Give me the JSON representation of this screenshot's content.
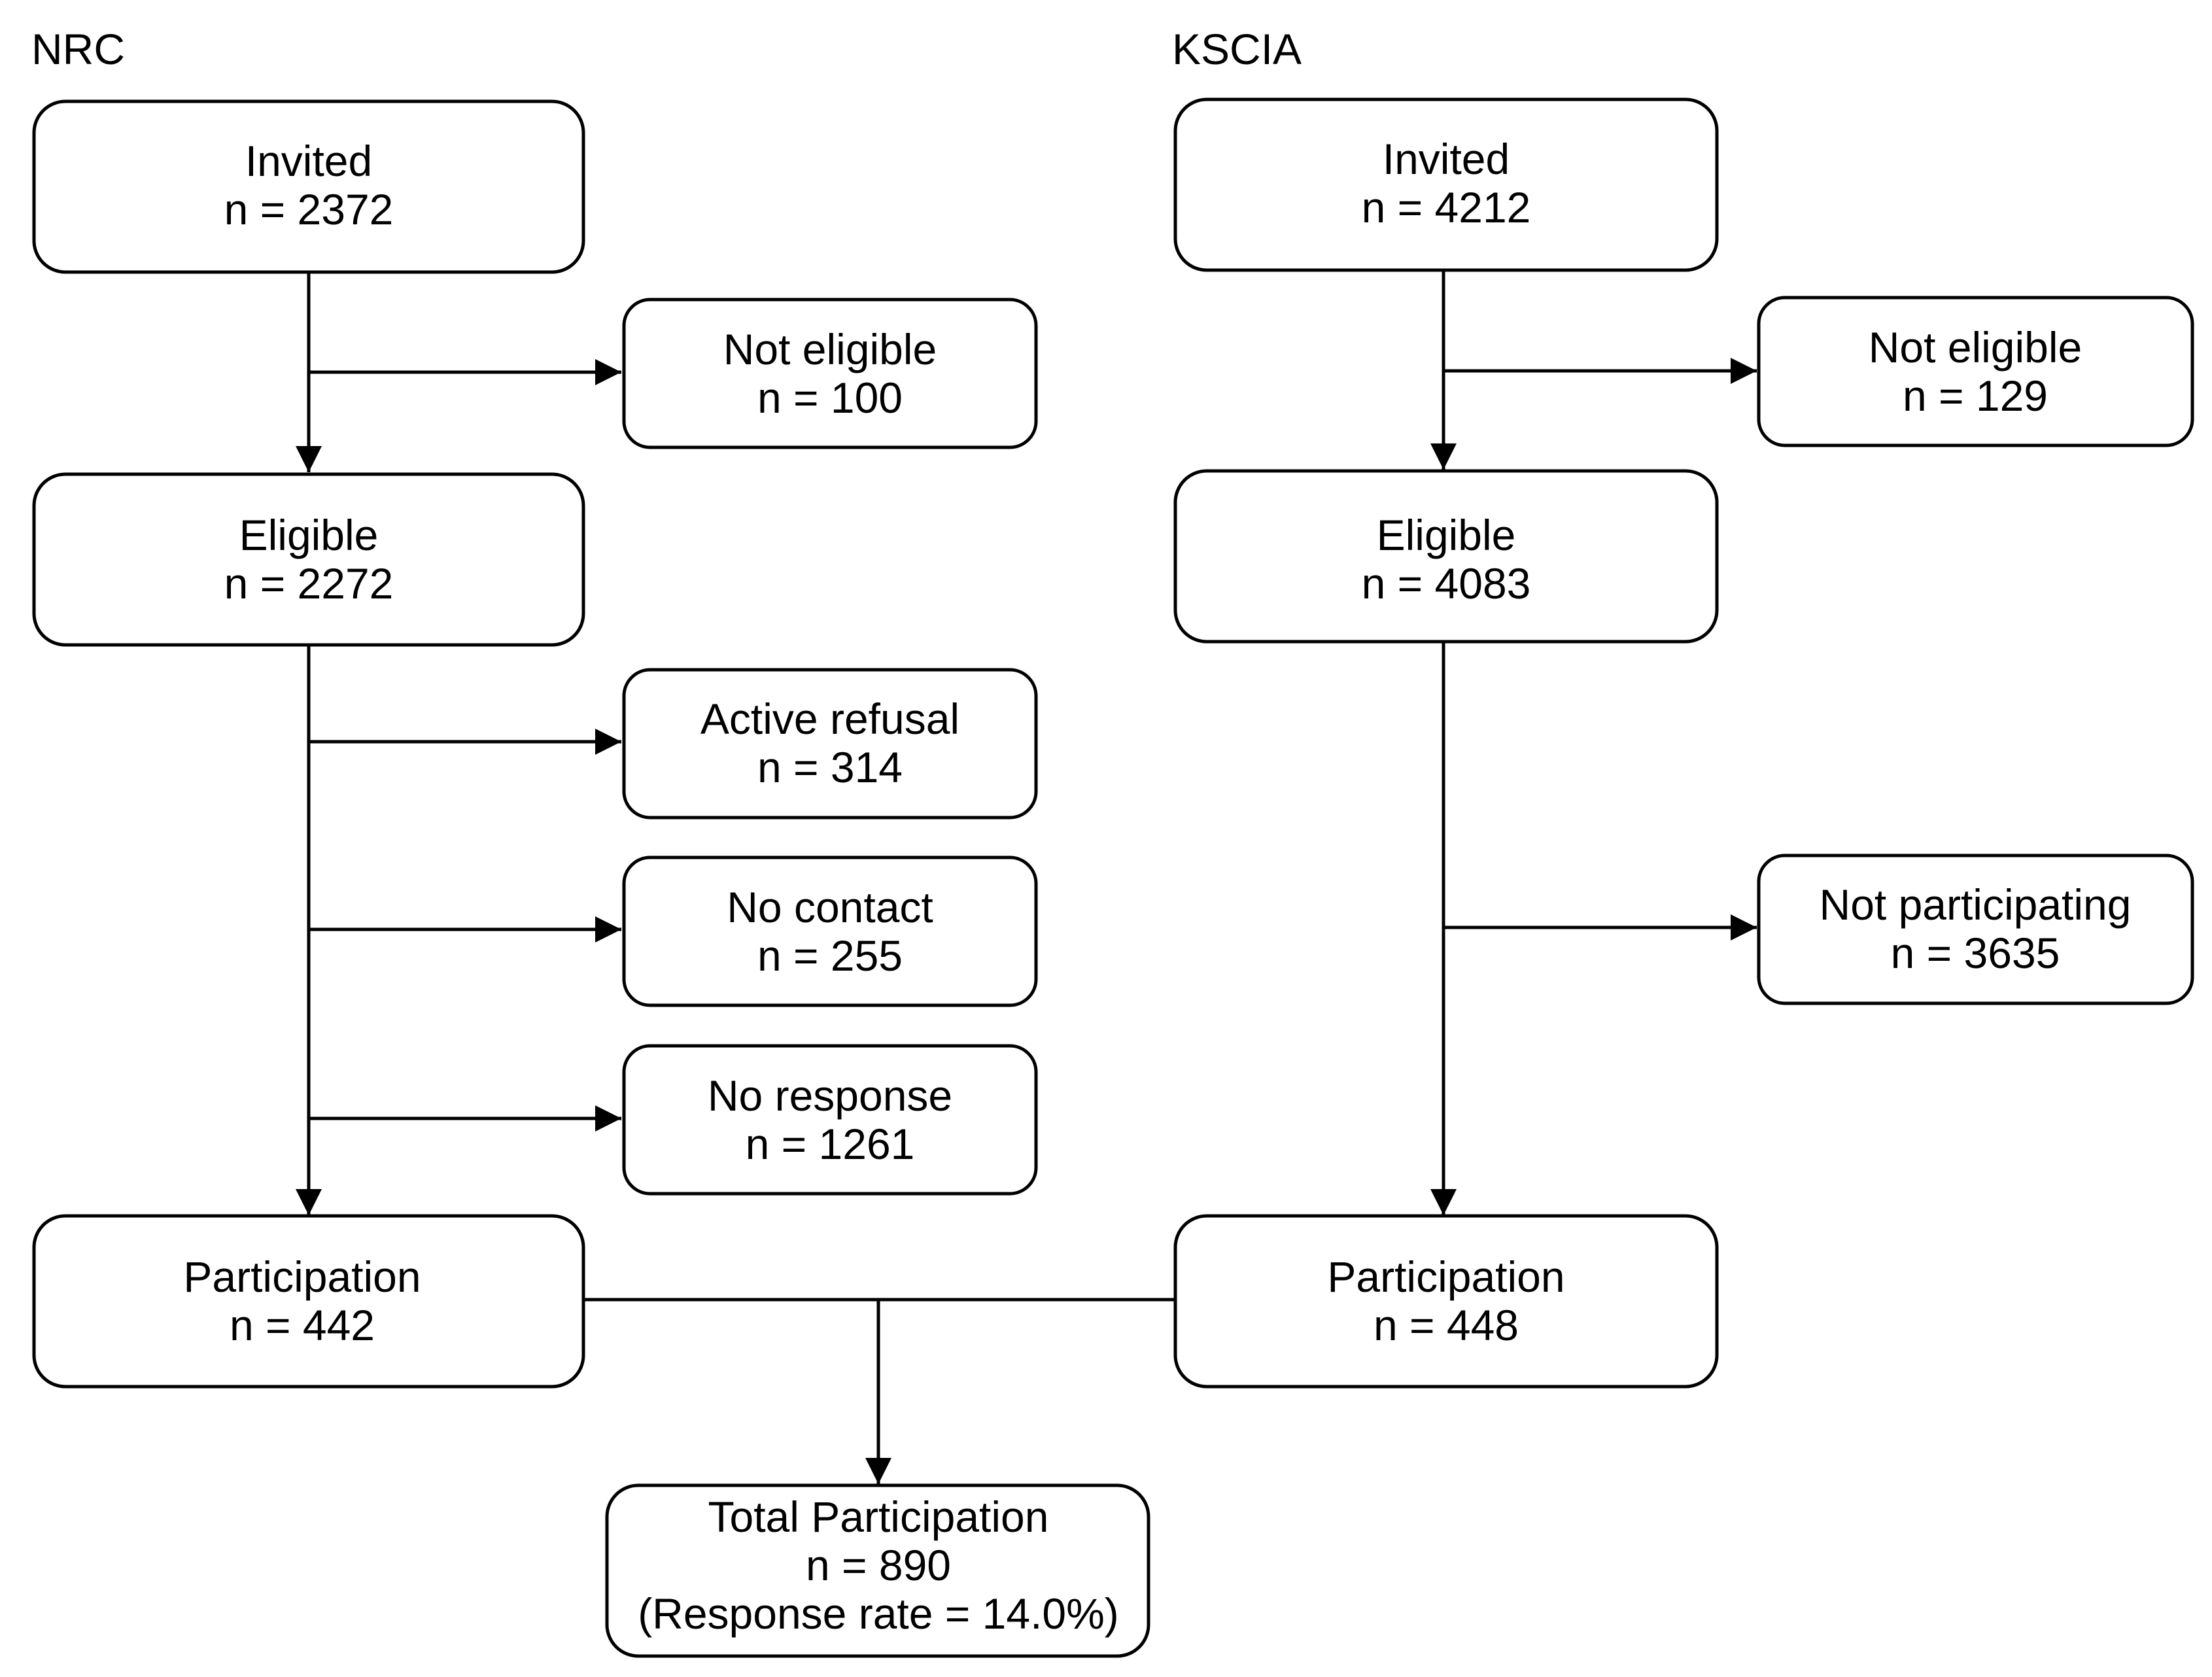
{
  "groups": {
    "nrc": "NRC",
    "kscia": "KSCIA"
  },
  "nrc": {
    "invited": {
      "label": "Invited",
      "count": "n = 2372"
    },
    "not_eligible": {
      "label": "Not eligible",
      "count": "n = 100"
    },
    "eligible": {
      "label": "Eligible",
      "count": "n = 2272"
    },
    "active_refusal": {
      "label": "Active refusal",
      "count": "n = 314"
    },
    "no_contact": {
      "label": "No contact",
      "count": "n = 255"
    },
    "no_response": {
      "label": "No response",
      "count": "n = 1261"
    },
    "participation": {
      "label": "Participation",
      "count": "n = 442"
    }
  },
  "kscia": {
    "invited": {
      "label": "Invited",
      "count": "n = 4212"
    },
    "not_eligible": {
      "label": "Not eligible",
      "count": "n = 129"
    },
    "eligible": {
      "label": "Eligible",
      "count": "n = 4083"
    },
    "not_participating": {
      "label": "Not participating",
      "count": "n = 3635"
    },
    "participation": {
      "label": "Participation",
      "count": "n = 448"
    }
  },
  "total": {
    "label": "Total Participation",
    "count": "n = 890",
    "rate": "(Response rate = 14.0%)"
  }
}
